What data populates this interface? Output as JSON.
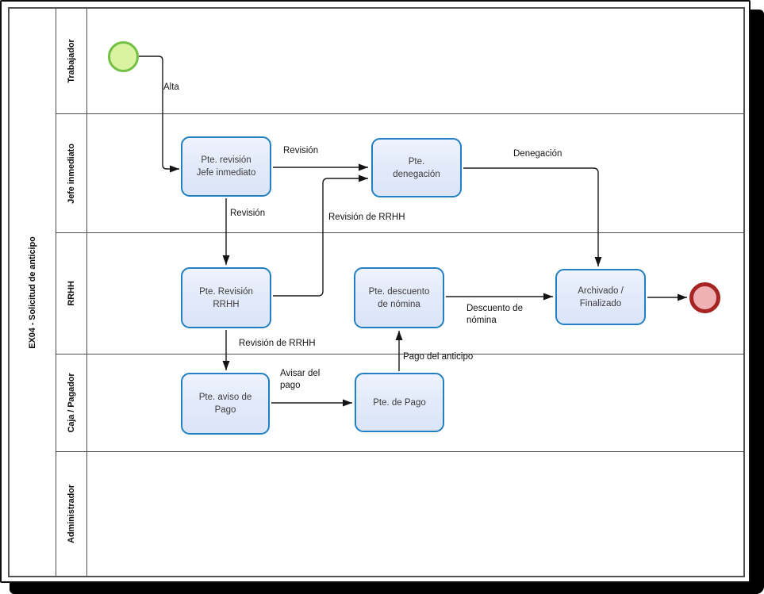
{
  "pool": {
    "title": "EX04 - Solicitud de anticipo",
    "lanes": [
      {
        "label": "Trabajador"
      },
      {
        "label": "Jefe inmediato"
      },
      {
        "label": "RRHH"
      },
      {
        "label": "Caja / Pagador"
      },
      {
        "label": "Administrador"
      }
    ]
  },
  "tasks": {
    "revision_jefe": {
      "label": "Pte. revisión\nJefe inmediato"
    },
    "denegacion": {
      "label": "Pte.\ndenegación"
    },
    "revision_rrhh": {
      "label": "Pte. Revisión\nRRHH"
    },
    "descuento": {
      "label": "Pte. descuento\nde nómina"
    },
    "archivado": {
      "label": "Archivado /\nFinalizado"
    },
    "aviso_pago": {
      "label": "Pte. aviso de\nPago"
    },
    "pago": {
      "label": "Pte. de Pago"
    }
  },
  "events": {
    "start": {
      "type": "start-event",
      "border_color": "#71c044",
      "fill_color": "#d9f3a0"
    },
    "end": {
      "type": "end-event",
      "border_color": "#a62422",
      "fill_color": "#f0b1b5"
    }
  },
  "edge_labels": {
    "alta": "Alta",
    "revision_1": "Revisión",
    "revision_2": "Revisión",
    "revision_rrhh_up": "Revisión de RRHH",
    "denegacion": "Denegación",
    "revision_rrhh_down": "Revisión de RRHH",
    "avisar_pago": "Avisar del\npago",
    "pago_anticipo": "Pago del anticipo",
    "descuento_nomina": "Descuento de\nnómina"
  },
  "colors": {
    "task_border": "#2280c2",
    "task_fill": "#e2e9fa",
    "flow_line": "#1a1a1a",
    "lane_line": "#4e4e4e"
  }
}
